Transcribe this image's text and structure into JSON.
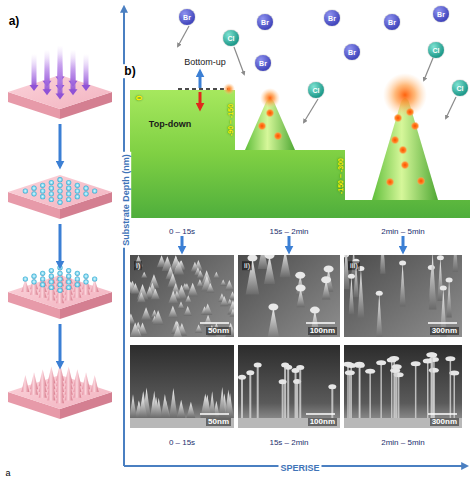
{
  "diagram": {
    "nodes": [
      {
        "text": [
          "Br"
        ]
      },
      {
        "text": [
          "Br"
        ]
      },
      {
        "text": [
          "Br"
        ]
      },
      {
        "text": [
          "Br"
        ]
      },
      {
        "text": [
          "Br"
        ]
      },
      {
        "text": [
          "Cl"
        ]
      },
      {
        "text": [
          "Br"
        ]
      },
      {
        "text": [
          "Br"
        ]
      },
      {
        "text": [
          "Cl"
        ]
      },
      {
        "text": [
          "Cl"
        ]
      },
      {
        "text": [
          "Cl"
        ]
      },
      {
        "text": [
          "50nm"
        ]
      },
      {
        "text": [
          "100nm"
        ]
      },
      {
        "text": [
          "300nm"
        ]
      },
      {
        "text": [
          "50nm"
        ]
      },
      {
        "text": [
          "100nm"
        ]
      },
      {
        "text": [
          "300nm"
        ]
      }
    ],
    "labels": [
      "a)",
      "b)",
      "Bottom-up",
      "Top-down",
      "0",
      "-90 ~ -150",
      "-150 ~ -300",
      "Substrate Depth (nm)",
      "0 – 15s",
      "15s – 2min",
      "2min – 5min",
      "i)",
      "ii)",
      "iii)",
      "0 – 15s",
      "15s – 2min",
      "2min – 5min",
      "SPERISE",
      "a"
    ]
  }
}
